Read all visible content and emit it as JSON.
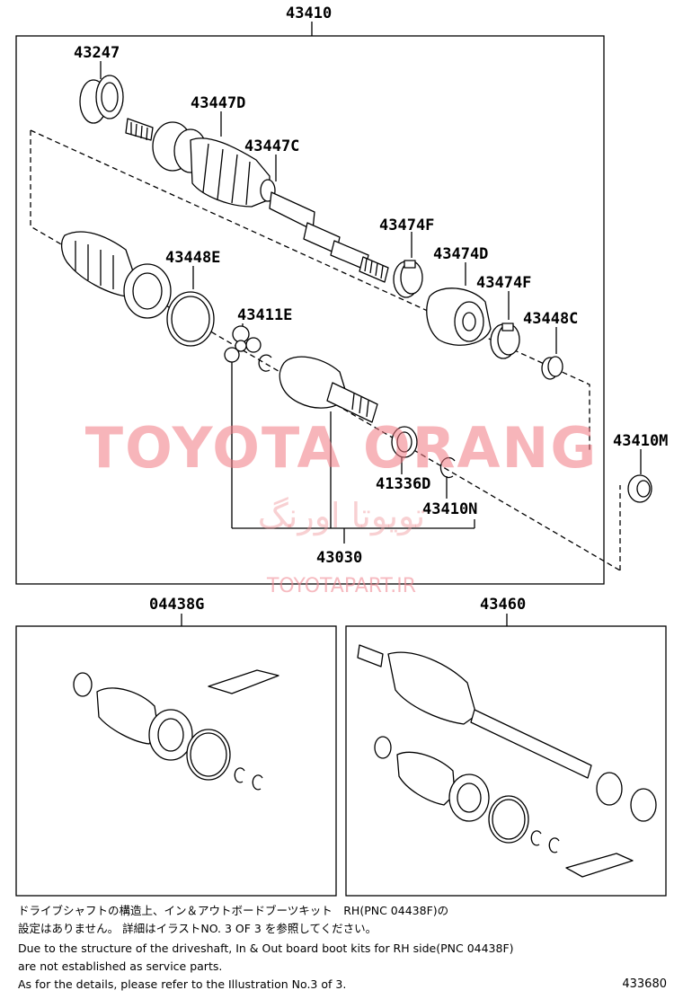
{
  "labels": {
    "assembly": "43410",
    "seal_outer": "43247",
    "boot_outer_d": "43447D",
    "boot_outer_c": "43447C",
    "boot_inner_e": "43448E",
    "clamp_f1": "43474F",
    "damper_d": "43474D",
    "clamp_f2": "43474F",
    "clamp_c": "43448C",
    "tripod_e": "43411E",
    "bearing_m": "43410M",
    "dust_deflector": "41336D",
    "snap_ring": "43410N",
    "inboard_joint": "43030",
    "boot_kit": "04438G",
    "shaft_rh": "43460"
  },
  "watermark": {
    "brand": "TOYOTA ORANG",
    "persian": "تویوتا اورنگ",
    "url": "TOYOTAPART.IR"
  },
  "notes": {
    "jp_line1": "ドライブシャフトの構造上、イン＆アウトボードブーツキット　RH(PNC 04438F)の",
    "jp_line2": "設定はありません。 詳細はイラストNO. 3 OF 3 を参照してください。",
    "en_line1": "Due to the structure of the driveshaft, In & Out board boot kits for RH side(PNC 04438F)",
    "en_line2": "are not established as service parts.",
    "en_line3": "As for the details, please refer to the Illustration No.3 of 3."
  },
  "doc_number": "433680"
}
